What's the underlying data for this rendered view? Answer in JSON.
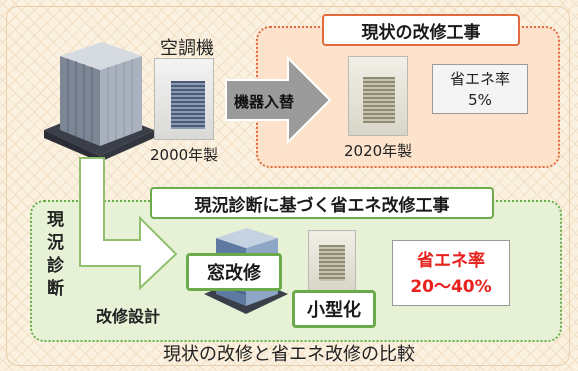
{
  "labels": {
    "aircon": "空調機",
    "year_old": "2000年製",
    "year_new": "2020年製",
    "replace": "機器入替",
    "current_title": "現状の改修工事",
    "rate_label_top": "省エネ率",
    "rate_value_top": "5%",
    "diagnosis_title": "現況診断に基づく省エネ改修工事",
    "diagnosis_vertical": "現況診断",
    "design": "改修設計",
    "window": "窓改修",
    "downsize": "小型化",
    "rate_label_bottom": "省エネ率",
    "rate_value_bottom": "20〜40%",
    "caption": "現状の改修と省エネ改修の比較"
  },
  "colors": {
    "top_accent": "#e26a3f",
    "top_fill": "#fde2cc",
    "bottom_accent": "#6bab4c",
    "bottom_fill": "#e6f1d6",
    "rate_red": "#e8211c",
    "arrow_fill": "#9b9b9b"
  },
  "icons": [
    "office-building-icon",
    "air-conditioner-icon",
    "replace-arrow-icon",
    "design-arrow-icon"
  ]
}
